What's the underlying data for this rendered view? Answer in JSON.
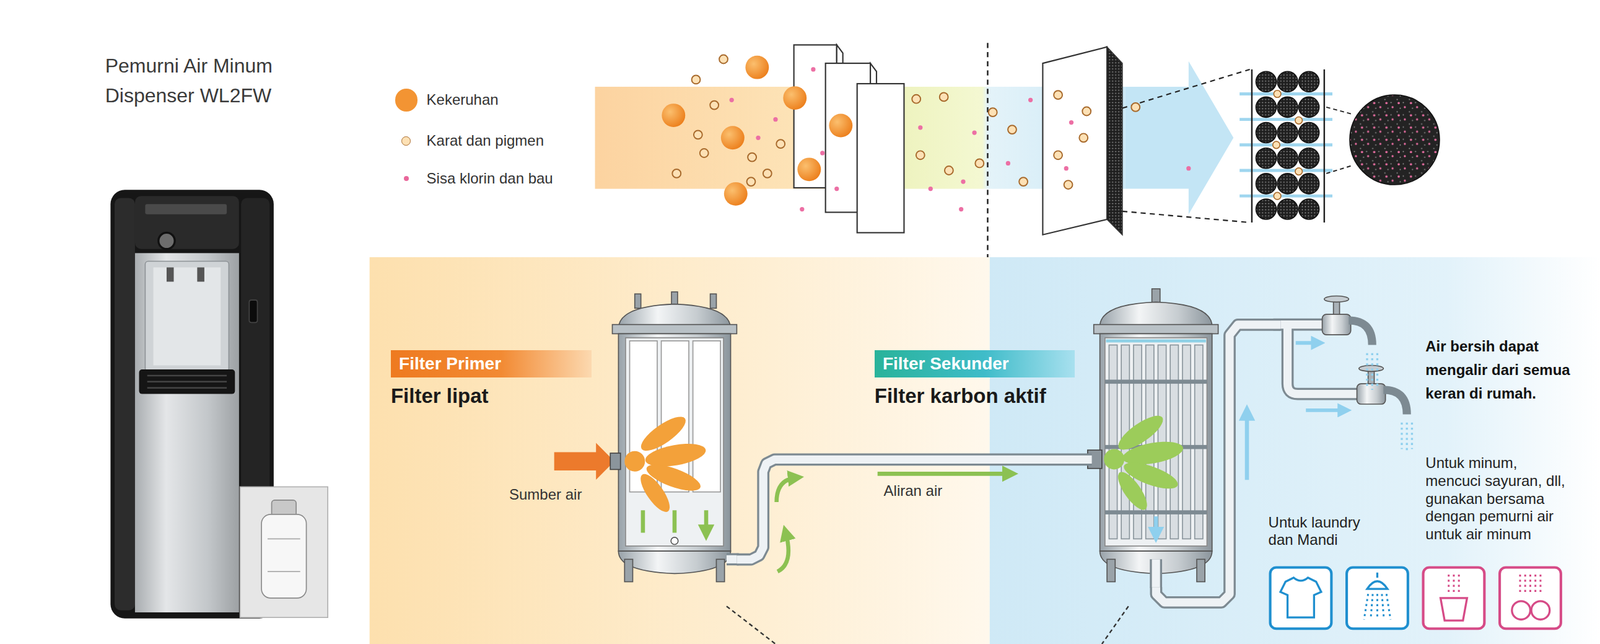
{
  "diagram": {
    "nodes": [
      {
        "text": [
          "Filter Primer",
          "Filter lipat"
        ]
      },
      {
        "text": [
          "Filter Sekunder",
          "Filter karbon aktif"
        ]
      },
      {
        "text": [
          "Air bersih dapat mengalir dari semua keran di rumah."
        ]
      }
    ],
    "edges": [
      {
        "from": 0,
        "to": 1,
        "label": "Aliran air",
        "arrow": "to"
      },
      {
        "from": 1,
        "to": 2,
        "arrow": "to"
      }
    ],
    "labels": [
      "Pemurni Air Minum Dispenser WL2FW",
      "Sumber air",
      "Untuk laundry dan Mandi",
      "Untuk minum, mencuci sayuran, dll, gunakan bersama dengan pemurni air untuk air minum"
    ],
    "legend": [
      {
        "text": "Kekeruhan",
        "color": "#f39433"
      },
      {
        "text": "Karat dan pigmen"
      },
      {
        "text": "Sisa klorin dan bau",
        "color": "#e9679b"
      }
    ]
  }
}
